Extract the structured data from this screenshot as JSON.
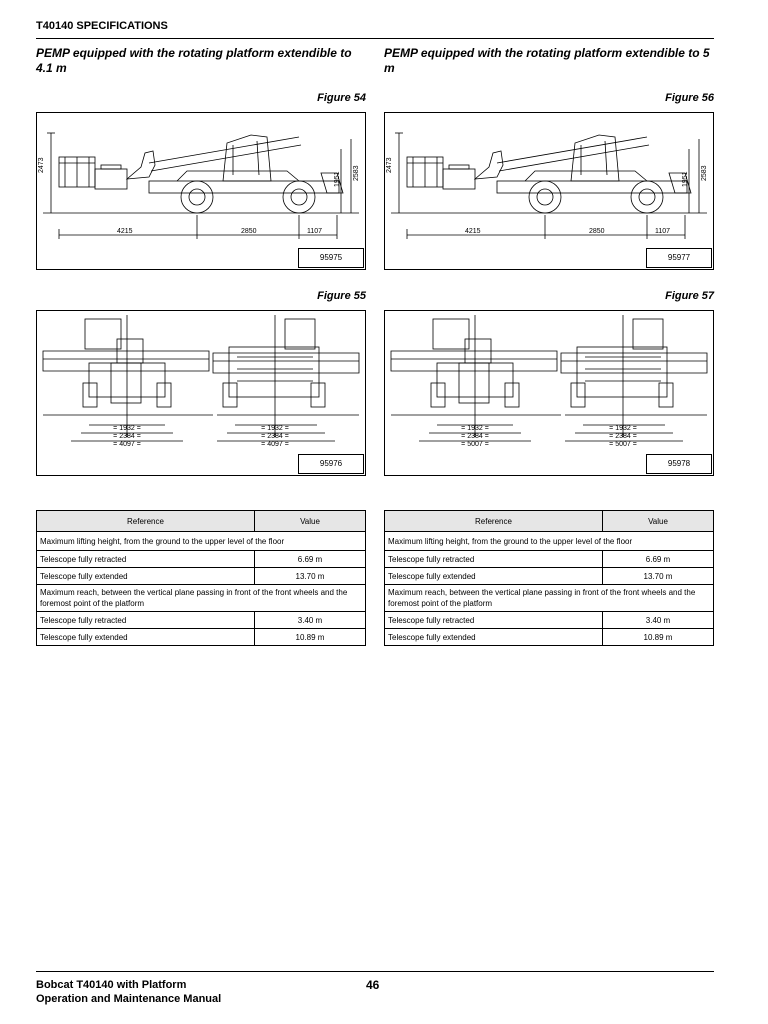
{
  "header": {
    "title": "T40140 SPECIFICATIONS"
  },
  "columns": [
    {
      "section_title": "PEMP equipped with the rotating platform extendible to 4.1 m",
      "side_figure": {
        "label": "Figure 54",
        "number": "95975",
        "dims": {
          "height_total": "2473",
          "height_a": "1951",
          "height_b": "2583",
          "length_front": "4215",
          "wheelbase": "2850",
          "rear": "1107"
        }
      },
      "front_figure": {
        "label": "Figure 55",
        "number": "95976",
        "dims": {
          "w1": "= 1932 =",
          "w2": "= 2384 =",
          "w3": "= 4097 ="
        }
      },
      "table": {
        "header": {
          "reference": "Reference",
          "value": "Value"
        },
        "group1": "Maximum lifting height, from the ground to the upper level of the floor",
        "row1": {
          "label": "Telescope fully retracted",
          "value": "6.69 m"
        },
        "row2": {
          "label": "Telescope fully extended",
          "value": "13.70 m"
        },
        "group2": "Maximum reach, between the vertical plane passing in front of the front wheels and the foremost point of the platform",
        "row3": {
          "label": "Telescope fully retracted",
          "value": "3.40 m"
        },
        "row4": {
          "label": "Telescope fully extended",
          "value": "10.89 m"
        }
      }
    },
    {
      "section_title": "PEMP equipped with the rotating platform extendible to 5 m",
      "side_figure": {
        "label": "Figure 56",
        "number": "95977",
        "dims": {
          "height_total": "2473",
          "height_a": "1951",
          "height_b": "2583",
          "length_front": "4215",
          "wheelbase": "2850",
          "rear": "1107"
        }
      },
      "front_figure": {
        "label": "Figure 57",
        "number": "95978",
        "dims": {
          "w1": "= 1932 =",
          "w2": "= 2384 =",
          "w3": "= 5007 ="
        }
      },
      "table": {
        "header": {
          "reference": "Reference",
          "value": "Value"
        },
        "group1": "Maximum lifting height, from the ground to the upper level of the floor",
        "row1": {
          "label": "Telescope fully retracted",
          "value": "6.69 m"
        },
        "row2": {
          "label": "Telescope fully extended",
          "value": "13.70 m"
        },
        "group2": "Maximum reach, between the vertical plane passing in front of the front wheels and the foremost point of the platform",
        "row3": {
          "label": "Telescope fully retracted",
          "value": "3.40 m"
        },
        "row4": {
          "label": "Telescope fully extended",
          "value": "10.89 m"
        }
      }
    }
  ],
  "footer": {
    "line1": "Bobcat T40140 with Platform",
    "line2": "Operation and Maintenance Manual",
    "page": "46"
  }
}
